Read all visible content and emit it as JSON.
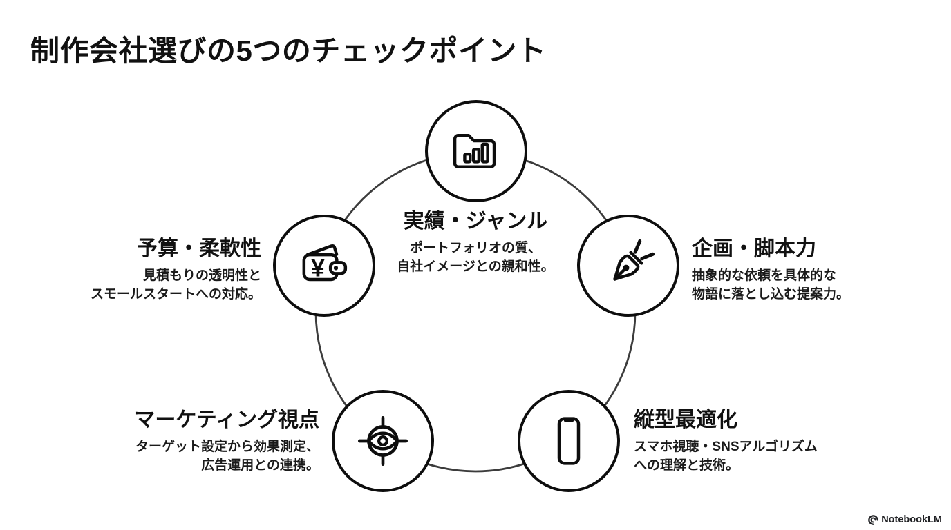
{
  "header": {
    "title": "制作会社選びの5つのチェックポイント"
  },
  "diagram": {
    "top": {
      "icon": "folder-bar-chart-icon",
      "title": "実績・ジャンル",
      "desc": [
        "ポートフォリオの質、",
        "自社イメージとの親和性。"
      ]
    },
    "left": {
      "icon": "wallet-yen-icon",
      "currency_symbol": "¥",
      "title": "予算・柔軟性",
      "desc": [
        "見積もりの透明性と",
        "スモールスタートへの対応。"
      ]
    },
    "right": {
      "icon": "pen-nib-icon",
      "title": "企画・脚本力",
      "desc": [
        "抽象的な依頼を具体的な",
        "物語に落とし込む提案力。"
      ]
    },
    "bottom_left": {
      "icon": "target-eye-icon",
      "title": "マーケティング視点",
      "desc": [
        "ターゲット設定から効果測定、",
        "広告運用との連携。"
      ]
    },
    "bottom_right": {
      "icon": "smartphone-icon",
      "title": "縦型最適化",
      "desc": [
        "スマホ視聴・SNSアルゴリズム",
        "への理解と技術。"
      ]
    }
  },
  "footer": {
    "brand": "NotebookLM"
  },
  "colors": {
    "background": "#ffffff",
    "text": "#111111",
    "icon_stroke": "#0d0d0d",
    "node_border": "#0d0d0d",
    "ring": "#3c3c3c",
    "brand": "#202124"
  }
}
